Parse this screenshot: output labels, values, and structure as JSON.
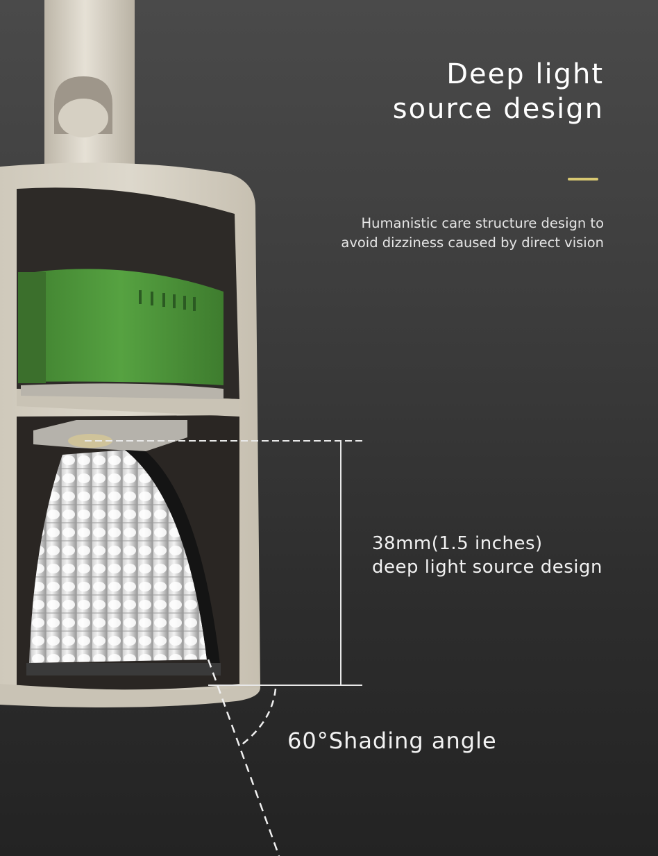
{
  "header": {
    "title_lines": [
      "Deep light",
      "source design"
    ],
    "accent_color": "#d8c872",
    "subtitle_lines": [
      "Humanistic care structure design to",
      "avoid dizziness caused by direct vision"
    ]
  },
  "annotations": {
    "depth": {
      "lines": [
        "38mm(1.5 inches)",
        "deep light source design"
      ],
      "value_mm": 38,
      "value_inches": 1.5
    },
    "shading_angle": {
      "label": "60°Shading angle",
      "degrees": 60
    }
  },
  "illustration": {
    "subject": "lamp-cutaway",
    "colors": {
      "housing": "#d9d4c8",
      "driver": "#4f9a3a",
      "reflector": "#e8e8e8",
      "cavity": "#2a2623"
    }
  }
}
